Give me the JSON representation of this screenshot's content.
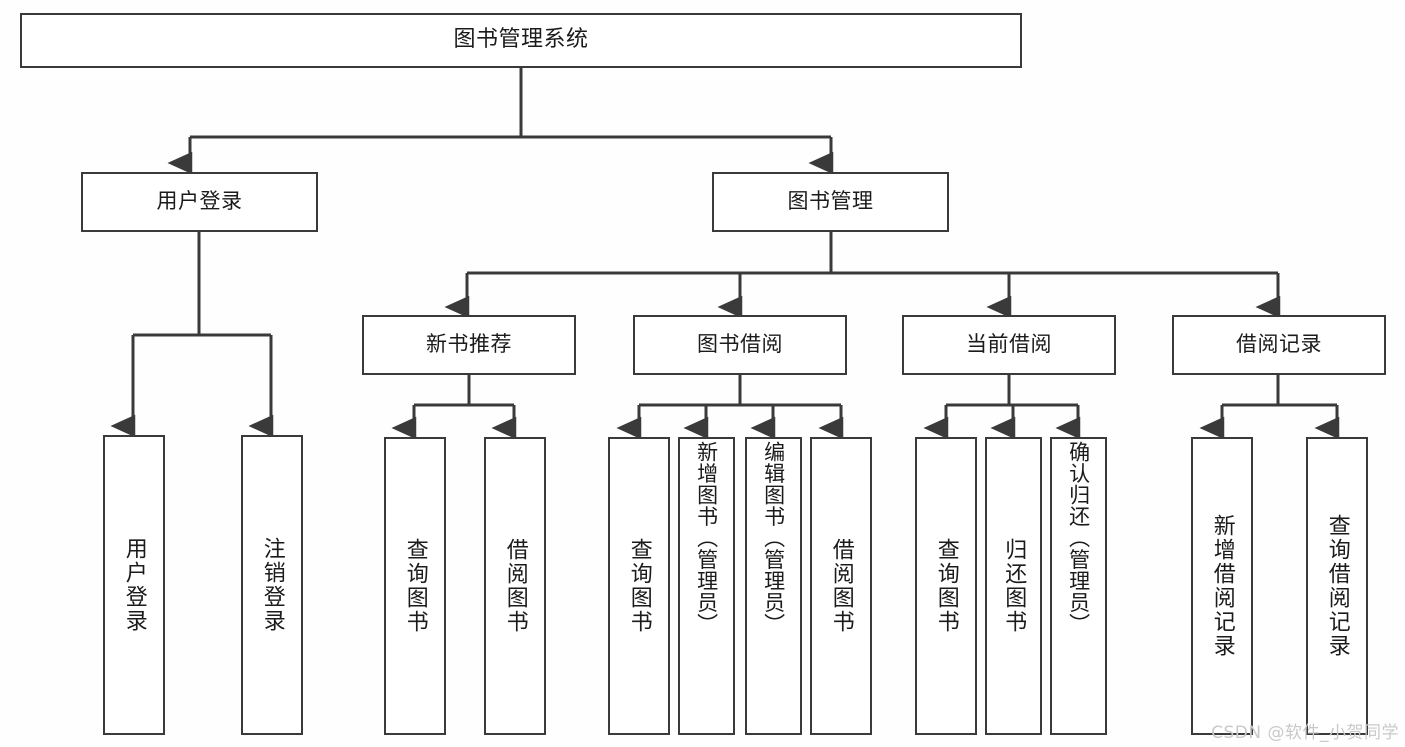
{
  "diagram": {
    "title": "图书管理系统",
    "watermark": "CSDN @软件_小贺同学",
    "line_color": "#3a3a3a",
    "box_fill": "#ffffff",
    "background": "#fefefe",
    "tier1": [
      {
        "id": "root",
        "label": "图书管理系统"
      }
    ],
    "tier2": [
      {
        "id": "user-login",
        "label": "用户登录"
      },
      {
        "id": "book-manage",
        "label": "图书管理"
      }
    ],
    "tier3": [
      {
        "id": "new-book-rec",
        "label": "新书推荐"
      },
      {
        "id": "book-borrow",
        "label": "图书借阅"
      },
      {
        "id": "current-borrow",
        "label": "当前借阅"
      },
      {
        "id": "borrow-record",
        "label": "借阅记录"
      }
    ],
    "leaves": {
      "user-login": [
        {
          "id": "leaf-user-login",
          "label": "用户登录"
        },
        {
          "id": "leaf-logout",
          "label": "注销登录"
        }
      ],
      "new-book-rec": [
        {
          "id": "leaf-query-book-1",
          "label": "查询图书"
        },
        {
          "id": "leaf-borrow-book-1",
          "label": "借阅图书"
        }
      ],
      "book-borrow": [
        {
          "id": "leaf-query-book-2",
          "label": "查询图书"
        },
        {
          "id": "leaf-add-book",
          "label": "新增图书（管理员）"
        },
        {
          "id": "leaf-edit-book",
          "label": "编辑图书（管理员）"
        },
        {
          "id": "leaf-borrow-book-2",
          "label": "借阅图书"
        }
      ],
      "current-borrow": [
        {
          "id": "leaf-query-book-3",
          "label": "查询图书"
        },
        {
          "id": "leaf-return-book",
          "label": "归还图书"
        },
        {
          "id": "leaf-confirm-return",
          "label": "确认归还（管理员）"
        }
      ],
      "borrow-record": [
        {
          "id": "leaf-add-record",
          "label": "新增借阅记录"
        },
        {
          "id": "leaf-query-record",
          "label": "查询借阅记录"
        }
      ]
    }
  }
}
